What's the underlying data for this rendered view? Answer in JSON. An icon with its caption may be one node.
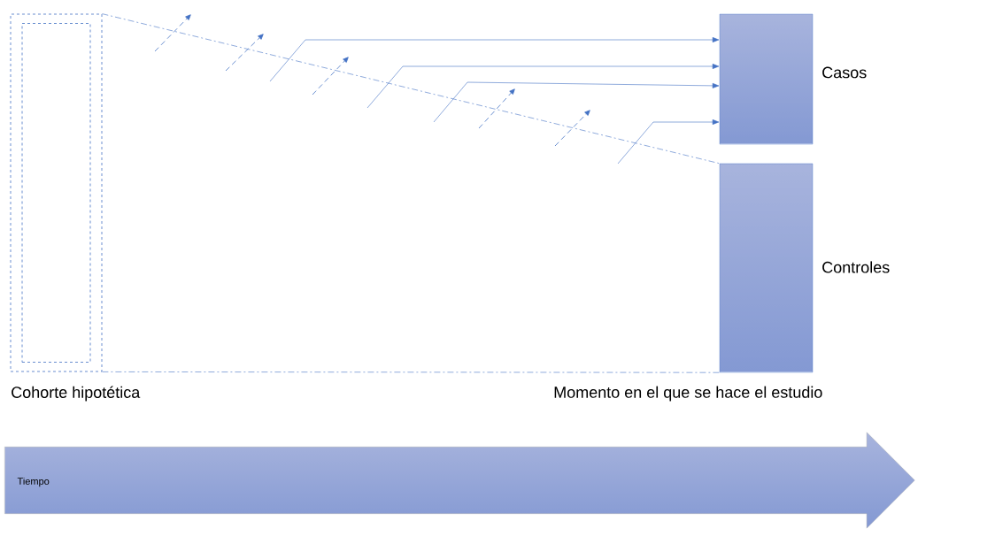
{
  "diagram": {
    "nodes": [
      {
        "text": [
          "Cohorte hipotética"
        ]
      },
      {
        "text": [],
        "shape": "box",
        "in": 0
      },
      {
        "text": [
          "Casos"
        ]
      },
      {
        "text": [
          "Controles"
        ]
      },
      {
        "text": [
          "Tiempo"
        ]
      }
    ],
    "edges": [
      {
        "from": 0,
        "to": 3,
        "arrow": "none",
        "style": "dashed"
      },
      {
        "from": 0,
        "to": 3,
        "arrow": "none",
        "style": "dashed"
      },
      {
        "from": null,
        "to": 2,
        "arrow": "to"
      },
      {
        "from": null,
        "to": 2,
        "arrow": "to"
      },
      {
        "from": null,
        "to": 2,
        "arrow": "to"
      },
      {
        "from": null,
        "to": 2,
        "arrow": "to"
      }
    ],
    "labels": [
      "Momento en el que se hace el estudio"
    ]
  }
}
